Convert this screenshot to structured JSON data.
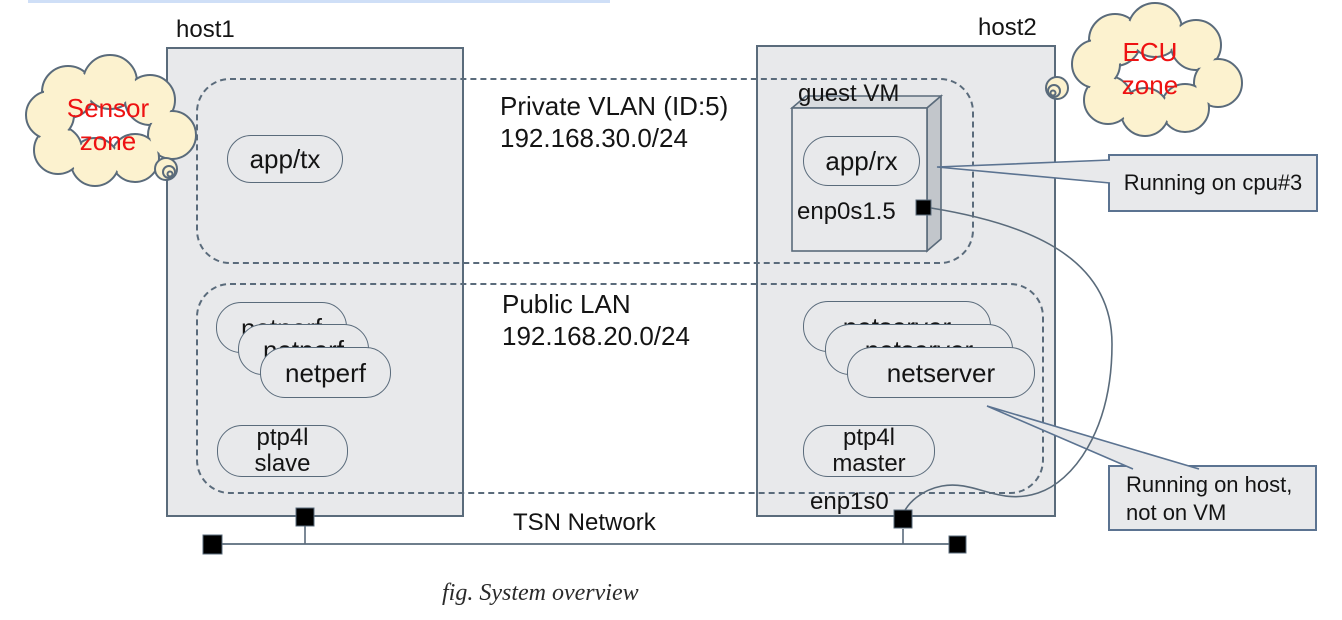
{
  "figure": {
    "caption": "fig. System overview"
  },
  "network": {
    "bus_label": "TSN Network"
  },
  "host1": {
    "title": "host1",
    "app": "app/tx",
    "netperf": "netperf",
    "ptp4l_line1": "ptp4l",
    "ptp4l_line2": "slave"
  },
  "host2": {
    "title": "host2",
    "vm_label": "guest VM",
    "app": "app/rx",
    "vm_iface": "enp0s1.5",
    "netserver": "netserver",
    "ptp4l_line1": "ptp4l",
    "ptp4l_line2": "master",
    "host_iface": "enp1s0"
  },
  "zones": {
    "private_vlan": {
      "title": "Private VLAN (ID:5)",
      "subnet": "192.168.30.0/24"
    },
    "public_lan": {
      "title": "Public LAN",
      "subnet": "192.168.20.0/24"
    }
  },
  "clouds": {
    "sensor": {
      "line1": "Sensor",
      "line2": "zone"
    },
    "ecu": {
      "line1": "ECU",
      "line2": "zone"
    }
  },
  "callouts": {
    "cpu": {
      "text": "Running on cpu#3"
    },
    "host": {
      "line1": "Running on host,",
      "line2": "not on VM"
    }
  },
  "colors": {
    "outline": "#5a6b7b",
    "box_fill": "#e8e9eb",
    "cloud_fill": "#fcf2cf",
    "label_red": "#ee1212",
    "accent_bar": "#cfdff7",
    "port_black": "#000000"
  }
}
